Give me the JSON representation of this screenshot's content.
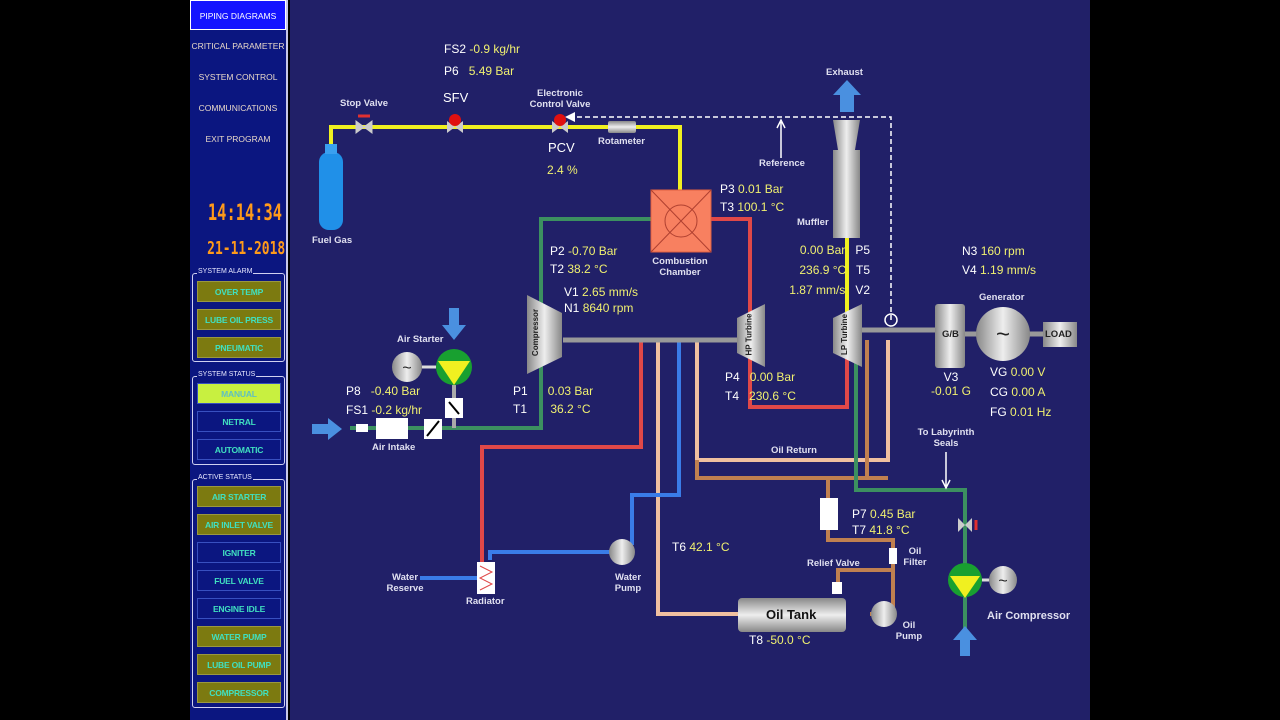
{
  "nav": {
    "items": [
      "PIPING DIAGRAMS",
      "CRITICAL PARAMETER",
      "SYSTEM CONTROL",
      "COMMUNICATIONS",
      "EXIT PROGRAM"
    ]
  },
  "clock": {
    "time": "14:14:34",
    "date": "21-11-2018"
  },
  "system_alarm": {
    "title": "SYSTEM ALARM",
    "items": [
      {
        "label": "OVER TEMP",
        "active": true
      },
      {
        "label": "LUBE OIL PRESS",
        "active": true
      },
      {
        "label": "PNEUMATIC",
        "active": true
      }
    ]
  },
  "system_status": {
    "title": "SYSTEM STATUS",
    "items": [
      {
        "label": "MANUAL",
        "active": true
      },
      {
        "label": "NETRAL",
        "active": false
      },
      {
        "label": "AUTOMATIC",
        "active": false
      }
    ]
  },
  "active_status": {
    "title": "ACTIVE STATUS",
    "items": [
      {
        "label": "AIR STARTER",
        "active": true
      },
      {
        "label": "AIR INLET VALVE",
        "active": true
      },
      {
        "label": "IGNITER",
        "active": false
      },
      {
        "label": "FUEL VALVE",
        "active": false
      },
      {
        "label": "ENGINE IDLE",
        "active": false
      },
      {
        "label": "WATER PUMP",
        "active": true
      },
      {
        "label": "LUBE OIL PUMP",
        "active": true
      },
      {
        "label": "COMPRESSOR",
        "active": true
      }
    ]
  },
  "labels": {
    "stop_valve": "Stop Valve",
    "sfv": "SFV",
    "ecv": "Electronic Control Valve",
    "pcv": "PCV",
    "rotameter": "Rotameter",
    "fuel_gas": "Fuel Gas",
    "combustion": "Combustion Chamber",
    "exhaust": "Exhaust",
    "reference": "Reference",
    "muffler": "Muffler",
    "generator": "Generator",
    "gb": "G/B",
    "load": "LOAD",
    "air_starter": "Air Starter",
    "air_intake": "Air Intake",
    "compressor": "Compressor",
    "hp_turbine": "HP Turbine",
    "lp_turbine": "LP Turbine",
    "oil_return": "Oil Return",
    "labyrinth": "To Labyrinth Seals",
    "relief_valve": "Relief Valve",
    "oil_filter": "Oil Filter",
    "oil_tank": "Oil Tank",
    "oil_pump": "Oil Pump",
    "water_reserve": "Water Reserve",
    "radiator": "Radiator",
    "water_pump": "Water Pump",
    "air_compressor": "Air Compressor"
  },
  "readings": {
    "fs2": {
      "name": "FS2",
      "value": "-0.9 kg/hr"
    },
    "p6": {
      "name": "P6",
      "value": "5.49 Bar"
    },
    "pcv": {
      "value": "2.4 %"
    },
    "p3": {
      "name": "P3",
      "value": "0.01 Bar"
    },
    "t3": {
      "name": "T3",
      "value": "100.1 °C"
    },
    "p2": {
      "name": "P2",
      "value": "-0.70 Bar"
    },
    "t2": {
      "name": "T2",
      "value": "38.2 °C"
    },
    "v1": {
      "name": "V1",
      "value": "2.65 mm/s"
    },
    "n1": {
      "name": "N1",
      "value": "8640 rpm"
    },
    "p5": {
      "name": "P5",
      "value": "0.00 Bar"
    },
    "t5": {
      "name": "T5",
      "value": "236.9 °C"
    },
    "v2": {
      "name": "V2",
      "value": "1.87 mm/s"
    },
    "n3": {
      "name": "N3",
      "value": "160 rpm"
    },
    "v4": {
      "name": "V4",
      "value": "1.19 mm/s"
    },
    "p8": {
      "name": "P8",
      "value": "-0.40 Bar"
    },
    "fs1": {
      "name": "FS1",
      "value": "-0.2 kg/hr"
    },
    "p1": {
      "name": "P1",
      "value": "0.03 Bar"
    },
    "t1": {
      "name": "T1",
      "value": "36.2 °C"
    },
    "p4": {
      "name": "P4",
      "value": "0.00 Bar"
    },
    "t4": {
      "name": "T4",
      "value": "230.6 °C"
    },
    "v3": {
      "name": "V3",
      "value": "-0.01 G"
    },
    "vg": {
      "name": "VG",
      "value": "0.00 V"
    },
    "cg": {
      "name": "CG",
      "value": "0.00 A"
    },
    "fg": {
      "name": "FG",
      "value": "0.01 Hz"
    },
    "p7": {
      "name": "P7",
      "value": "0.45 Bar"
    },
    "t7": {
      "name": "T7",
      "value": "41.8 °C"
    },
    "t6": {
      "name": "T6",
      "value": "42.1 °C"
    },
    "t8": {
      "name": "T8",
      "value": "-50.0 °C"
    }
  },
  "colors": {
    "fuel": "#f0f020",
    "air": "#3c9060",
    "hot": "#e04848",
    "water": "#3a7ce8",
    "oil_light": "#f0c0a0",
    "oil_dark": "#c08050",
    "background": "#212068",
    "value": "#f0f070"
  }
}
